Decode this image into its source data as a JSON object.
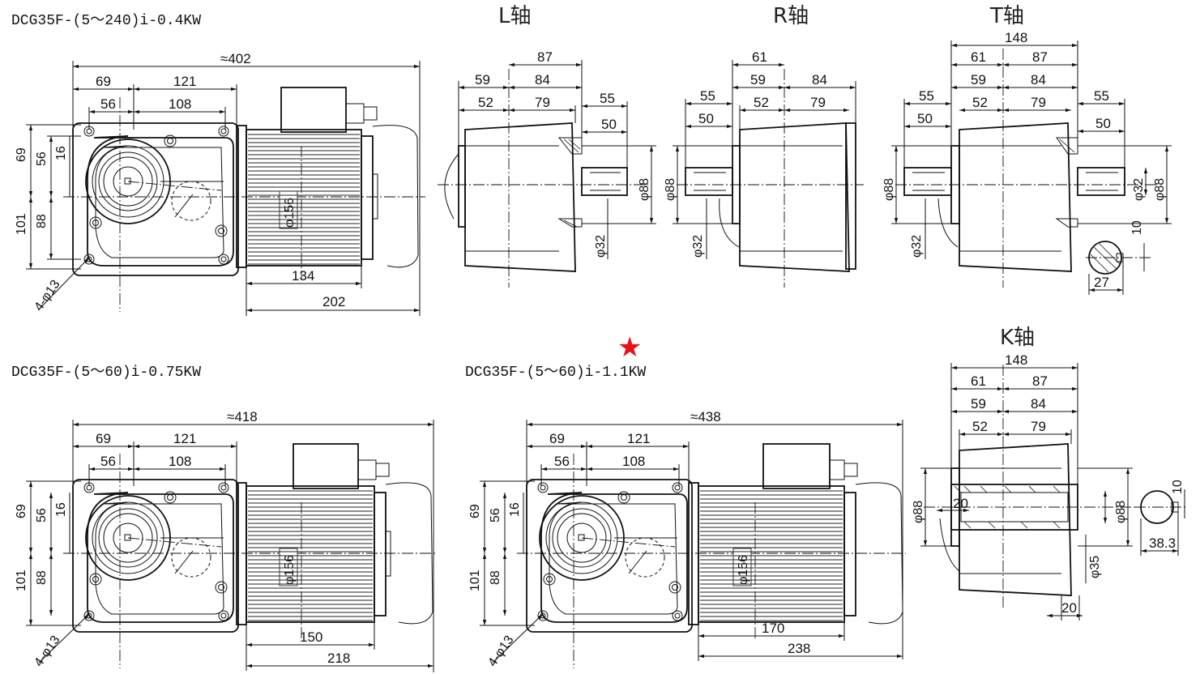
{
  "diagrams": {
    "top_left": {
      "title": "DCG35F-(5～240)i-0.4KW",
      "dims": {
        "overall": "≈402",
        "d69": "69",
        "d121": "121",
        "d56": "56",
        "d108": "108",
        "v69": "69",
        "v56": "56",
        "v16": "16",
        "v101": "101",
        "v88": "88",
        "d134": "134",
        "d202": "202",
        "dia156": "φ156",
        "holes": "4-φ13"
      }
    },
    "bottom_left": {
      "title": "DCG35F-(5～60)i-0.75KW",
      "dims": {
        "overall": "≈418",
        "d69": "69",
        "d121": "121",
        "d56": "56",
        "d108": "108",
        "v69": "69",
        "v56": "56",
        "v16": "16",
        "v101": "101",
        "v88": "88",
        "d150": "150",
        "d218": "218",
        "dia156": "φ156",
        "holes": "4-φ13"
      }
    },
    "bottom_mid": {
      "title": "DCG35F-(5～60)i-1.1KW",
      "marker": "★",
      "dims": {
        "overall": "≈438",
        "d69": "69",
        "d121": "121",
        "d56": "56",
        "d108": "108",
        "v69": "69",
        "v56": "56",
        "v16": "16",
        "v101": "101",
        "v88": "88",
        "d170": "170",
        "d238": "238",
        "dia156": "φ156",
        "holes": "4-φ13"
      }
    },
    "shaft_L": {
      "title": "L轴",
      "dims": {
        "d87": "87",
        "d59": "59",
        "d84": "84",
        "d52": "52",
        "d79": "79",
        "d55": "55",
        "d50": "50",
        "dia88": "φ88",
        "dia32": "φ32"
      }
    },
    "shaft_R": {
      "title": "R轴",
      "dims": {
        "d61": "61",
        "d55": "55",
        "d59": "59",
        "d84": "84",
        "d50": "50",
        "d52": "52",
        "d79": "79",
        "dia88": "φ88",
        "dia32": "φ32"
      }
    },
    "shaft_T": {
      "title": "T轴",
      "dims": {
        "d148": "148",
        "d61": "61",
        "d87": "87",
        "d59": "59",
        "d84": "84",
        "d55a": "55",
        "d52": "52",
        "d79": "79",
        "d55b": "55",
        "d50a": "50",
        "d50b": "50",
        "dia88a": "φ88",
        "dia88b": "φ88",
        "dia32a": "φ32",
        "dia32b": "φ32",
        "d10": "10",
        "d27": "27"
      }
    },
    "shaft_K": {
      "title": "K轴",
      "dims": {
        "d148": "148",
        "d61": "61",
        "d87": "87",
        "d59": "59",
        "d84": "84",
        "d52": "52",
        "d79": "79",
        "dia88a": "φ88",
        "dia88b": "φ88",
        "d20a": "20",
        "dia35": "φ35",
        "d20b": "20",
        "d10": "10",
        "d383": "38.3"
      }
    }
  },
  "colors": {
    "line": "#111111",
    "marker": "#e8101a"
  }
}
